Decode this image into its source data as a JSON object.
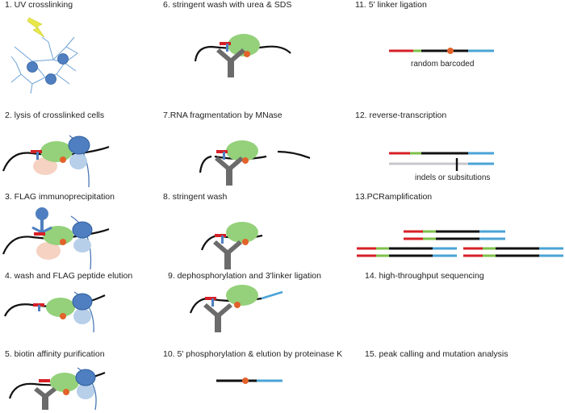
{
  "steps": [
    {
      "label": "1. UV crosslinking"
    },
    {
      "label": "2. lysis of crosslinked cells"
    },
    {
      "label": "3. FLAG immunoprecipitation"
    },
    {
      "label": "4. wash and FLAG peptide elution"
    },
    {
      "label": "5. biotin affinity purification"
    },
    {
      "label": "6. stringent wash with urea & SDS"
    },
    {
      "label": "7.RNA fragmentation by MNase"
    },
    {
      "label": "8. stringent wash"
    },
    {
      "label": "9. dephosphorylation and 3'linker ligation"
    },
    {
      "label": "10. 5' phosphorylation & elution by proteinase K"
    },
    {
      "label": "11. 5' linker ligation"
    },
    {
      "label": "12. reverse-transcription"
    },
    {
      "label": "13.PCRamplification"
    },
    {
      "label": "14. high-throughput sequencing"
    },
    {
      "label": "15. peak calling and mutation analysis"
    }
  ],
  "annotations": {
    "random_barcoded": "random  barcoded",
    "indels": "indels or subsitutions"
  }
}
